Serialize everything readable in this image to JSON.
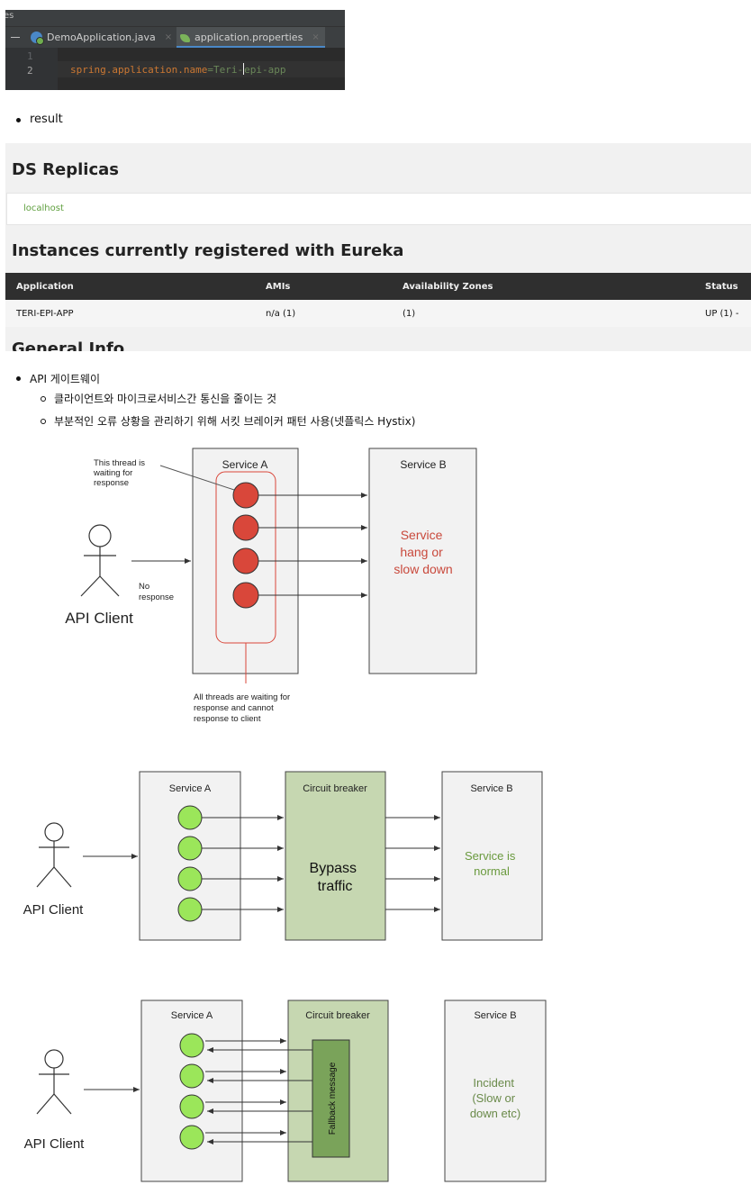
{
  "ide": {
    "breadcrumb": "es",
    "tabs": [
      {
        "label": "DemoApplication.java",
        "close": "×",
        "icon": "java-class-icon"
      },
      {
        "label": "application.properties",
        "close": "×",
        "icon": "properties-file-icon"
      }
    ],
    "line_numbers": [
      "1",
      "2"
    ],
    "code": {
      "key": "spring.application.name",
      "eq": "=",
      "value_a": "Teri-",
      "value_b": "epi-app"
    },
    "colors": {
      "bg": "#2b2b2b",
      "key": "#cc7832",
      "value": "#6a8759"
    }
  },
  "bullets": {
    "result": "result",
    "gateway": "API 게이트웨이",
    "gateway_sub": [
      "클라이언트와 마이크로서비스간 통신을 줄이는 것",
      "부분적인 오류 상황을 관리하기 위해 서킷 브레이커 패턴 사용(넷플릭스 Hystix)"
    ]
  },
  "eureka": {
    "ds_replicas_title": "DS Replicas",
    "replica_host": "localhost",
    "instances_title": "Instances currently registered with Eureka",
    "columns": [
      "Application",
      "AMIs",
      "Availability Zones",
      "Status"
    ],
    "rows": [
      [
        "TERI-EPI-APP",
        "n/a (1)",
        "(1)",
        "UP (1) -"
      ]
    ],
    "next_section": "General Info"
  },
  "diagram1": {
    "service_a": "Service A",
    "service_b": "Service B",
    "thread_note": [
      "This thread is",
      "waiting for",
      "response"
    ],
    "no_response": [
      "No",
      "response"
    ],
    "client": "API Client",
    "service_b_status": [
      "Service",
      "hang or",
      "slow down"
    ],
    "threads_note": [
      "All threads are waiting for",
      "response and cannot",
      "response to client"
    ],
    "colors": {
      "thread": "#d9473a",
      "status": "#c9493c"
    }
  },
  "diagram2": {
    "service_a": "Service A",
    "breaker": "Circuit breaker",
    "service_b": "Service B",
    "breaker_text": [
      "Bypass",
      "traffic"
    ],
    "service_b_status": [
      "Service is",
      "normal"
    ],
    "client": "API Client",
    "colors": {
      "thread": "#9be65a",
      "breaker": "#c6d7b1",
      "status": "#6a9a3e"
    }
  },
  "diagram3": {
    "service_a": "Service A",
    "breaker": "Circuit breaker",
    "service_b": "Service B",
    "fallback": "Fallback message",
    "service_b_status": [
      "Incident",
      "(Slow or",
      "down etc)"
    ],
    "client": "API Client",
    "colors": {
      "thread": "#9be65a",
      "breaker": "#c6d7b1",
      "fallback": "#7aa35a",
      "status": "#6a8a4a"
    }
  }
}
